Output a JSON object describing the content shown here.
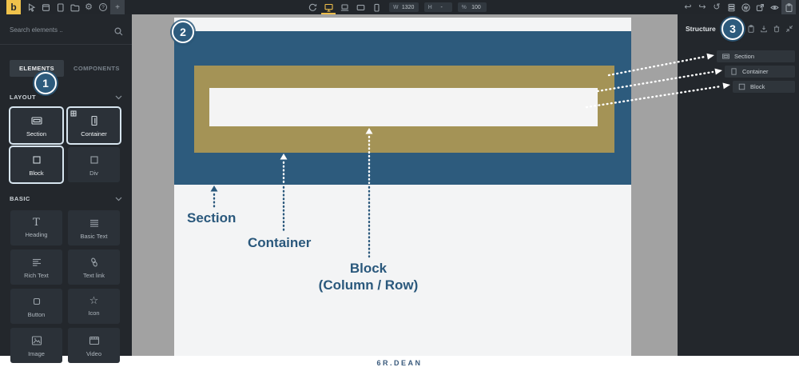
{
  "topbar": {
    "logo": "b",
    "icons": {
      "help": "?",
      "add": "+"
    },
    "w_label": "W",
    "w_value": "1320",
    "h_label": "H",
    "h_value": "-",
    "pct_label": "%",
    "pct_value": "100"
  },
  "sidebar": {
    "search_placeholder": "Search elements ..",
    "tab_elements": "ELEMENTS",
    "tab_components": "COMPONENTS",
    "layout_title": "LAYOUT",
    "basic_title": "BASIC",
    "layout_tiles": [
      {
        "label": "Section",
        "highlighted": true
      },
      {
        "label": "Container",
        "highlighted": true
      },
      {
        "label": "Block",
        "highlighted": true
      },
      {
        "label": "Div",
        "highlighted": false
      }
    ],
    "basic_tiles": [
      "Heading",
      "Basic Text",
      "Rich Text",
      "Text link",
      "Button",
      "Icon",
      "Image",
      "Video"
    ]
  },
  "canvas": {
    "labels": {
      "section": "Section",
      "container": "Container",
      "block_line1": "Block",
      "block_line2": "(Column / Row)"
    }
  },
  "structure": {
    "title": "Structure",
    "items": [
      "Section",
      "Container",
      "Block"
    ]
  },
  "badges": {
    "one": "1",
    "two": "2",
    "three": "3"
  },
  "footer": {
    "brand": "6R.DEAN"
  },
  "colors": {
    "toolbar_bg": "#22262b",
    "accent_yellow": "#f0c24b",
    "section_blue": "#2d5b7d",
    "container_gold": "#a49356",
    "block_white": "#f4f4f4",
    "canvas_gray": "#a2a2a2",
    "annotation_blue": "#2a587c",
    "highlight_border": "#d7e5ef"
  }
}
